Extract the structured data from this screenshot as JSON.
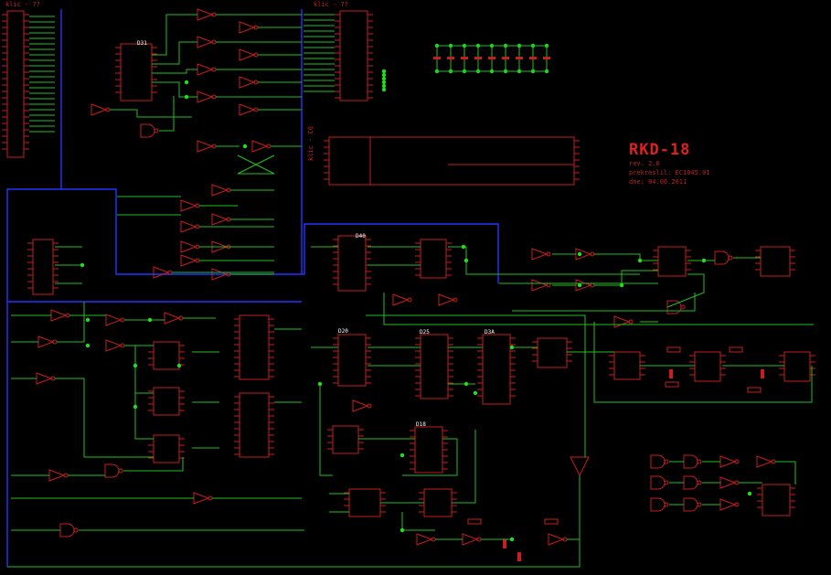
{
  "title_block": {
    "title": "RKD-18",
    "rev": "rev. 2.0",
    "engineer": "prekreslil: EC1045.01",
    "date": "dne: 04.06.2011"
  },
  "connectors": {
    "left": "klic - ??",
    "middle": "klic - ??",
    "keyboard": "klic - C6"
  },
  "ic_labels": {
    "d31": "D31",
    "d40": "D40",
    "d20": "D20",
    "d25": "D25",
    "d3a": "D3A",
    "d18": "D18"
  },
  "colors": {
    "background": "#000000",
    "wire": "#1fbf1f",
    "bus": "#2233ff",
    "part": "#c81e1e",
    "junction": "#22dd22"
  }
}
